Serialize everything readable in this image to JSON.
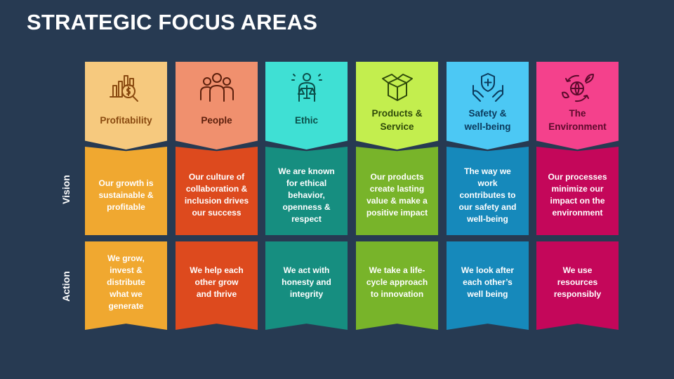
{
  "title": "STRATEGIC FOCUS AREAS",
  "row_labels": {
    "vision": "Vision",
    "action": "Action"
  },
  "columns": [
    {
      "icon": "profit-chart-icon",
      "label": "Profitability",
      "vision": "Our growth is\nsustainable &\nprofitable",
      "action": "We grow,\ninvest &\ndistribute\nwhat we\ngenerate",
      "colors": {
        "head": "#f6c97e",
        "head_text": "#8a4a10",
        "vision": "#f0a830",
        "action": "#f0a830",
        "icon": "#8a4a10"
      }
    },
    {
      "icon": "people-group-icon",
      "label": "People",
      "vision": "Our culture of\ncollaboration &\ninclusion drives\nour success",
      "action": "We help each\nother grow\nand thrive",
      "colors": {
        "head": "#f0906e",
        "head_text": "#5c1f0c",
        "vision": "#dd4a1e",
        "action": "#dd4a1e",
        "icon": "#5c1f0c"
      }
    },
    {
      "icon": "justice-scale-person-icon",
      "label": "Ethic",
      "vision": "We are known\nfor ethical\nbehavior,\nopenness &\nrespect",
      "action": "We act with\nhonesty and\nintegrity",
      "colors": {
        "head": "#3fe0d4",
        "head_text": "#0b4f4a",
        "vision": "#168e80",
        "action": "#168e80",
        "icon": "#0b4f4a"
      }
    },
    {
      "icon": "product-box-icon",
      "label": "Products &\nService",
      "vision": "Our products\ncreate lasting\nvalue & make a\npositive impact",
      "action": "We take a life-\ncycle approach\nto innovation",
      "colors": {
        "head": "#c3ee4e",
        "head_text": "#2f4a0a",
        "vision": "#78b42a",
        "action": "#78b42a",
        "icon": "#2f4a0a"
      }
    },
    {
      "icon": "shield-hands-icon",
      "label": "Safety &\nwell-being",
      "vision": "The way we\nwork\ncontributes to\nour safety and\nwell-being",
      "action": "We look after\neach other’s\nwell being",
      "colors": {
        "head": "#4cc8f4",
        "head_text": "#0b3a5c",
        "vision": "#1689bb",
        "action": "#1689bb",
        "icon": "#0b3a5c"
      }
    },
    {
      "icon": "eco-globe-icon",
      "label": "The\nEnvironment",
      "vision": "Our processes\nminimize our\nimpact on the\nenvironment",
      "action": "We use\nresources\nresponsibly",
      "colors": {
        "head": "#f4418c",
        "head_text": "#5c0a2c",
        "vision": "#c4075a",
        "action": "#c4075a",
        "icon": "#5c0a2c"
      }
    }
  ]
}
